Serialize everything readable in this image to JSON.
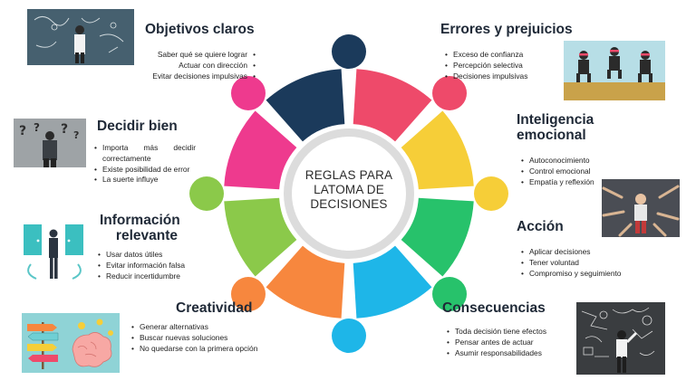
{
  "center": {
    "line1": "REGLAS PARA",
    "line2": "LATOMA DE",
    "line3": "DECISIONES"
  },
  "colors": {
    "navy": "#1b3a5b",
    "pink_red": "#ee4a6a",
    "yellow": "#f6ce38",
    "green": "#27c26b",
    "blue": "#1eb6e8",
    "orange": "#f7873e",
    "lime": "#8bc94a",
    "magenta": "#ee3a8e",
    "center_ring": "#dcdcdc"
  },
  "sections": {
    "objetivos": {
      "title": "Objetivos claros",
      "color": "navy",
      "image": "man-thinking-chalkboard",
      "items": [
        "Saber qué se quiere lograr",
        "Actuar con dirección",
        "Evitar decisiones impulsivas"
      ]
    },
    "errores": {
      "title": "Errores y prejuicios",
      "color": "pink_red",
      "image": "businessmen-jumping-blindfolded",
      "items": [
        "Exceso de confianza",
        "Percepción selectiva",
        "Decisiones impulsivas"
      ]
    },
    "inteligencia": {
      "title_line1": "Inteligencia",
      "title_line2": "emocional",
      "color": "yellow",
      "image": "woman-pointed-at",
      "items": [
        "Autoconocimiento",
        "Control emocional",
        "Empatía y reflexión"
      ]
    },
    "accion": {
      "title": "Acción",
      "color": "green",
      "items": [
        "Aplicar decisiones",
        "Tener voluntad",
        "Compromiso y seguimiento"
      ]
    },
    "consecuencias": {
      "title": "Consecuencias",
      "color": "blue",
      "image": "man-drawing-on-chalkboard",
      "items": [
        "Toda decisión tiene efectos",
        "Pensar antes de actuar",
        "Asumir responsabilidades"
      ]
    },
    "creatividad": {
      "title": "Creatividad",
      "color": "orange",
      "image": "brain-signposts-lightbulbs",
      "items": [
        "Generar alternativas",
        "Buscar nuevas soluciones",
        "No quedarse con la primera opción"
      ]
    },
    "informacion": {
      "title_line1": "Información",
      "title_line2": "relevante",
      "color": "lime",
      "image": "man-between-doors",
      "items": [
        "Usar datos útiles",
        "Evitar información falsa",
        "Reducir incertidumbre"
      ]
    },
    "decidir": {
      "title": "Decidir bien",
      "color": "magenta",
      "image": "man-question-marks",
      "items": [
        "Importa más decidir correctamente",
        "Existe posibilidad de error",
        "La suerte influye"
      ]
    }
  }
}
